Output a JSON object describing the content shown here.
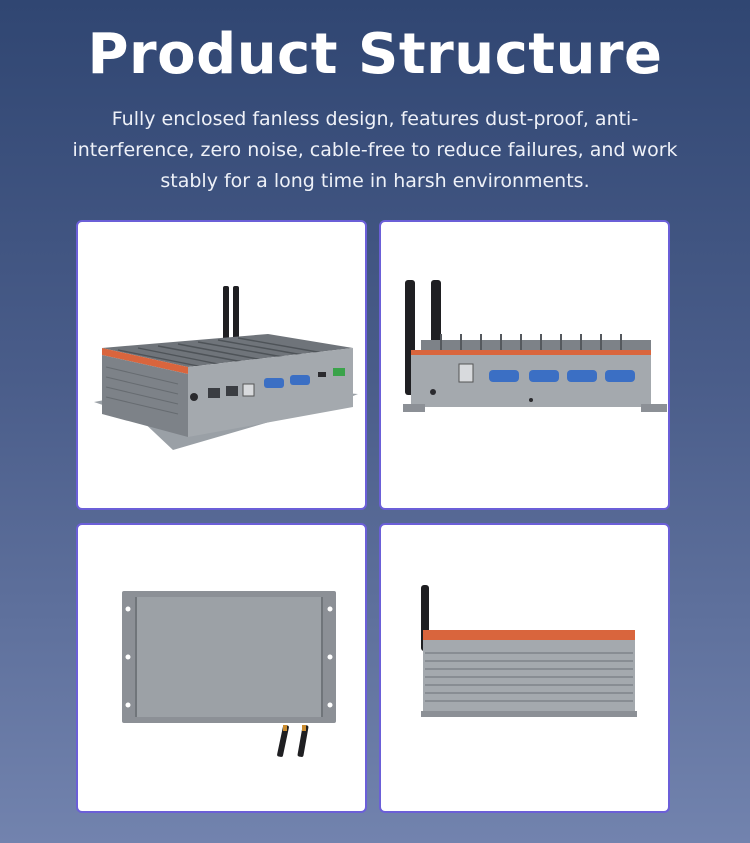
{
  "header": {
    "title": "Product Structure",
    "subtitle": "Fully enclosed fanless design, features dust-proof, anti-interference, zero noise, cable-free to reduce failures, and work stably for a long time in harsh environments."
  },
  "colors": {
    "background_top": "#304672",
    "background_bottom": "#7283ae",
    "panel_border": "#6b5fd8",
    "device_body": "#8c9096",
    "accent_stripe": "#d9653d",
    "port_blue": "#3b6fc4"
  },
  "views": [
    {
      "view": "front-isometric"
    },
    {
      "view": "front"
    },
    {
      "view": "bottom"
    },
    {
      "view": "side"
    }
  ]
}
